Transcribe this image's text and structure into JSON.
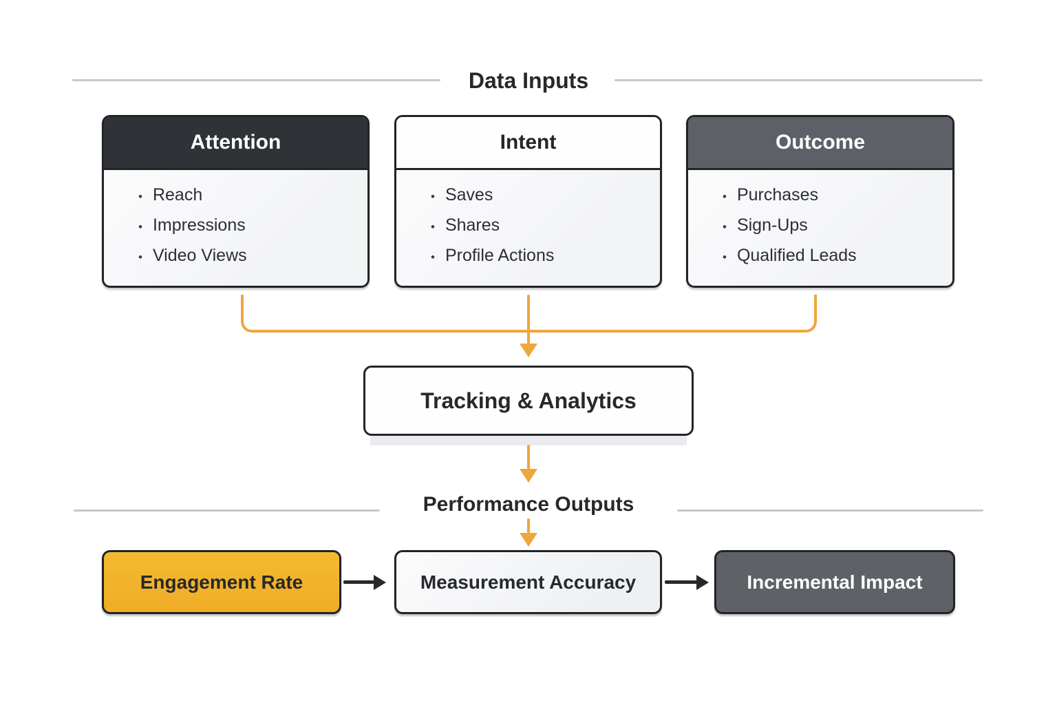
{
  "diagram": {
    "bullet": "•",
    "data_inputs_title": "Data Inputs",
    "performance_outputs_title": "Performance Outputs",
    "tracking_label": "Tracking & Analytics",
    "cards": [
      {
        "title": "Attention",
        "items": [
          "Reach",
          "Impressions",
          "Video Views"
        ],
        "header_bg": "#2F3236",
        "header_text": "#FFFFFF"
      },
      {
        "title": "Intent",
        "items": [
          "Saves",
          "Shares",
          "Profile Actions"
        ],
        "header_bg": "#FEFEFE",
        "header_text": "#232529"
      },
      {
        "title": "Outcome",
        "items": [
          "Purchases",
          "Sign-Ups",
          "Qualified Leads"
        ],
        "header_bg": "#5D6066",
        "header_text": "#FFFFFF"
      }
    ],
    "outputs": [
      {
        "label": "Engagement Rate",
        "bg": "#F2B32C",
        "text": "#26282A"
      },
      {
        "label": "Measurement Accuracy",
        "bg": "#F1F2F4",
        "text": "#26282C"
      },
      {
        "label": "Incremental Impact",
        "bg": "#5E6165",
        "text": "#FFFFFF"
      }
    ],
    "colors": {
      "connector_orange": "#EFA63C",
      "arrow_black": "#26282B",
      "card_border": "#212327",
      "divider_gray": "#C7C7CD",
      "heading_text": "#26282C",
      "tracking_shadow": "#E9EBEE",
      "background": "#FFFFFF"
    }
  }
}
